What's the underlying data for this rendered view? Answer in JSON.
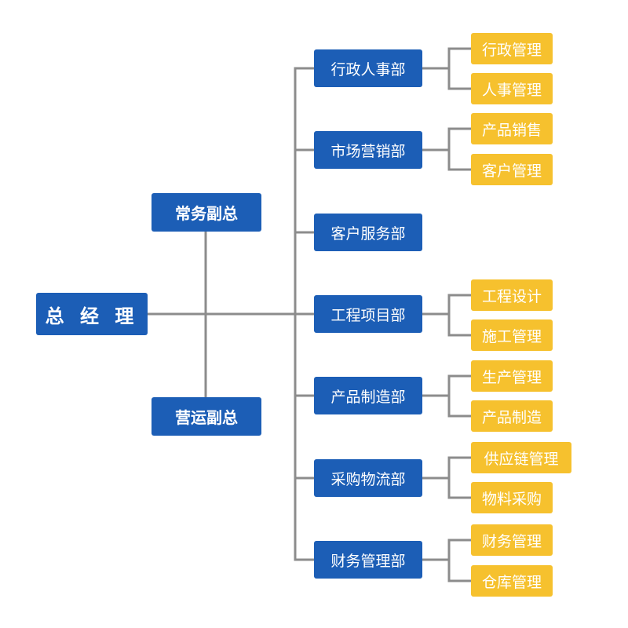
{
  "root": {
    "label": "总 经 理"
  },
  "vps": [
    {
      "label": "常务副总"
    },
    {
      "label": "营运副总"
    }
  ],
  "departments": [
    {
      "label": "行政人事部",
      "children": [
        "行政管理",
        "人事管理"
      ]
    },
    {
      "label": "市场营销部",
      "children": [
        "产品销售",
        "客户管理"
      ]
    },
    {
      "label": "客户服务部",
      "children": []
    },
    {
      "label": "工程项目部",
      "children": [
        "工程设计",
        "施工管理"
      ]
    },
    {
      "label": "产品制造部",
      "children": [
        "生产管理",
        "产品制造"
      ]
    },
    {
      "label": "采购物流部",
      "children": [
        "供应链管理",
        "物料采购"
      ]
    },
    {
      "label": "财务管理部",
      "children": [
        "财务管理",
        "仓库管理"
      ]
    }
  ],
  "colors": {
    "primary_box": "#1c5eb6",
    "secondary_box": "#f6c12e",
    "connector": "#8c8c8c",
    "text": "#ffffff"
  }
}
